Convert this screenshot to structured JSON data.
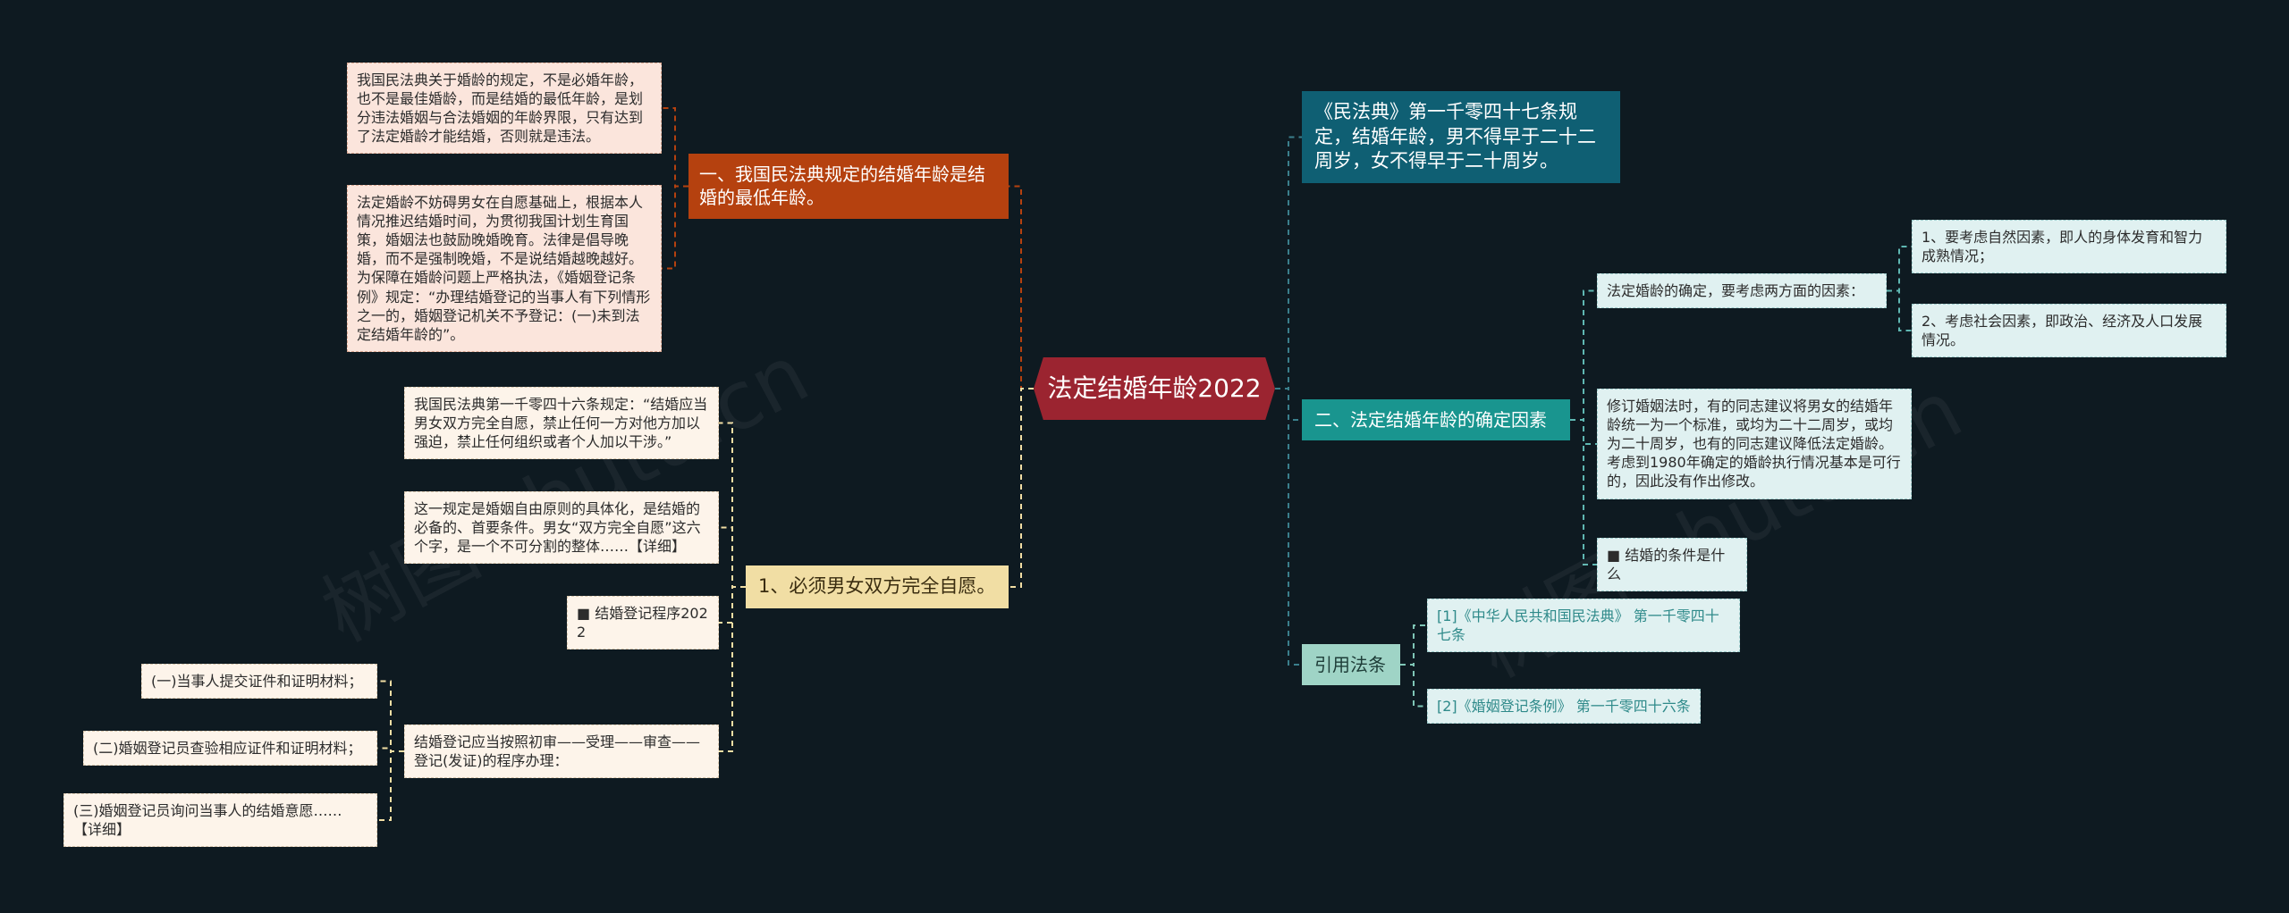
{
  "root": {
    "title": "法定结婚年龄2022"
  },
  "colors": {
    "background": "#0e1a21",
    "root": "#9b2430",
    "branch1": "#b5410f",
    "branch2": "#f1dea4",
    "branch3": "#0f5f73",
    "branch4": "#19958f",
    "branch5": "#9fd4c6"
  },
  "left": {
    "b1": {
      "label": "一、我国民法典规定的结婚年龄是结婚的最低年龄。",
      "children": [
        "我国民法典关于婚龄的规定，不是必婚年龄，也不是最佳婚龄，而是结婚的最低年龄，是划分违法婚姻与合法婚姻的年龄界限，只有达到了法定婚龄才能结婚，否则就是违法。",
        "法定婚龄不妨碍男女在自愿基础上，根据本人情况推迟结婚时间，为贯彻我国计划生育国策，婚姻法也鼓励晚婚晚育。法律是倡导晚婚，而不是强制晚婚，不是说结婚越晚越好。为保障在婚龄问题上严格执法，《婚姻登记条例》规定：“办理结婚登记的当事人有下列情形之一的，婚姻登记机关不予登记：(一)未到法定结婚年龄的”。"
      ]
    },
    "b2": {
      "label": "1、必须男女双方完全自愿。",
      "children": [
        "我国民法典第一千零四十六条规定：“结婚应当男女双方完全自愿，禁止任何一方对他方加以强迫，禁止任何组织或者个人加以干涉。”",
        "这一规定是婚姻自由原则的具体化，是结婚的必备的、首要条件。男女“双方完全自愿”这六个字，是一个不可分割的整体……【详细】",
        "■ 结婚登记程序2022",
        "结婚登记应当按照初审——受理——审查——登记(发证)的程序办理："
      ],
      "procedure_steps": [
        "(一)当事人提交证件和证明材料；",
        "(二)婚姻登记员查验相应证件和证明材料；",
        "(三)婚姻登记员询问当事人的结婚意愿……【详细】"
      ]
    }
  },
  "right": {
    "b3": {
      "label": "《民法典》第一千零四十七条规定，结婚年龄，男不得早于二十二周岁，女不得早于二十周岁。"
    },
    "b4": {
      "label": "二、法定结婚年龄的确定因素",
      "children": [
        "法定婚龄的确定，要考虑两方面的因素：",
        "修订婚姻法时，有的同志建议将男女的结婚年龄统一为一个标准，或均为二十二周岁，或均为二十周岁，也有的同志建议降低法定婚龄。考虑到1980年确定的婚龄执行情况基本是可行的，因此没有作出修改。",
        "■ 结婚的条件是什么"
      ],
      "factors": [
        "1、要考虑自然因素，即人的身体发育和智力成熟情况；",
        "2、考虑社会因素，即政治、经济及人口发展情况。"
      ]
    },
    "b5": {
      "label": "引用法条",
      "children": [
        "[1]《中华人民共和国民法典》 第一千零四十七条",
        "[2]《婚姻登记条例》 第一千零四十六条"
      ]
    }
  }
}
